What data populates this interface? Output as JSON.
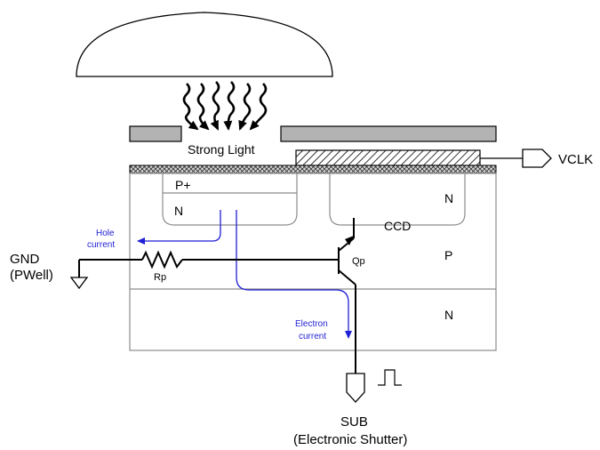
{
  "labels": {
    "strong_light": "Strong Light",
    "vclk": "VCLK",
    "p_plus": "P+",
    "n_photodiode": "N",
    "n_ccd": "N",
    "ccd": "CCD",
    "p_well": "P",
    "n_substrate": "N",
    "hole_current_line1": "Hole",
    "hole_current_line2": "current",
    "electron_current_line1": "Electron",
    "electron_current_line2": "current",
    "gnd": "GND",
    "pwell": "(PWell)",
    "rp": "Rp",
    "qp": "Qp",
    "sub": "SUB",
    "electronic_shutter": "(Electronic Shutter)"
  },
  "colors": {
    "line": "#000000",
    "silicon_outline": "#8c8c8c",
    "shield_fill": "#b3b3b3",
    "current_arrow": "#1f1fd6"
  }
}
